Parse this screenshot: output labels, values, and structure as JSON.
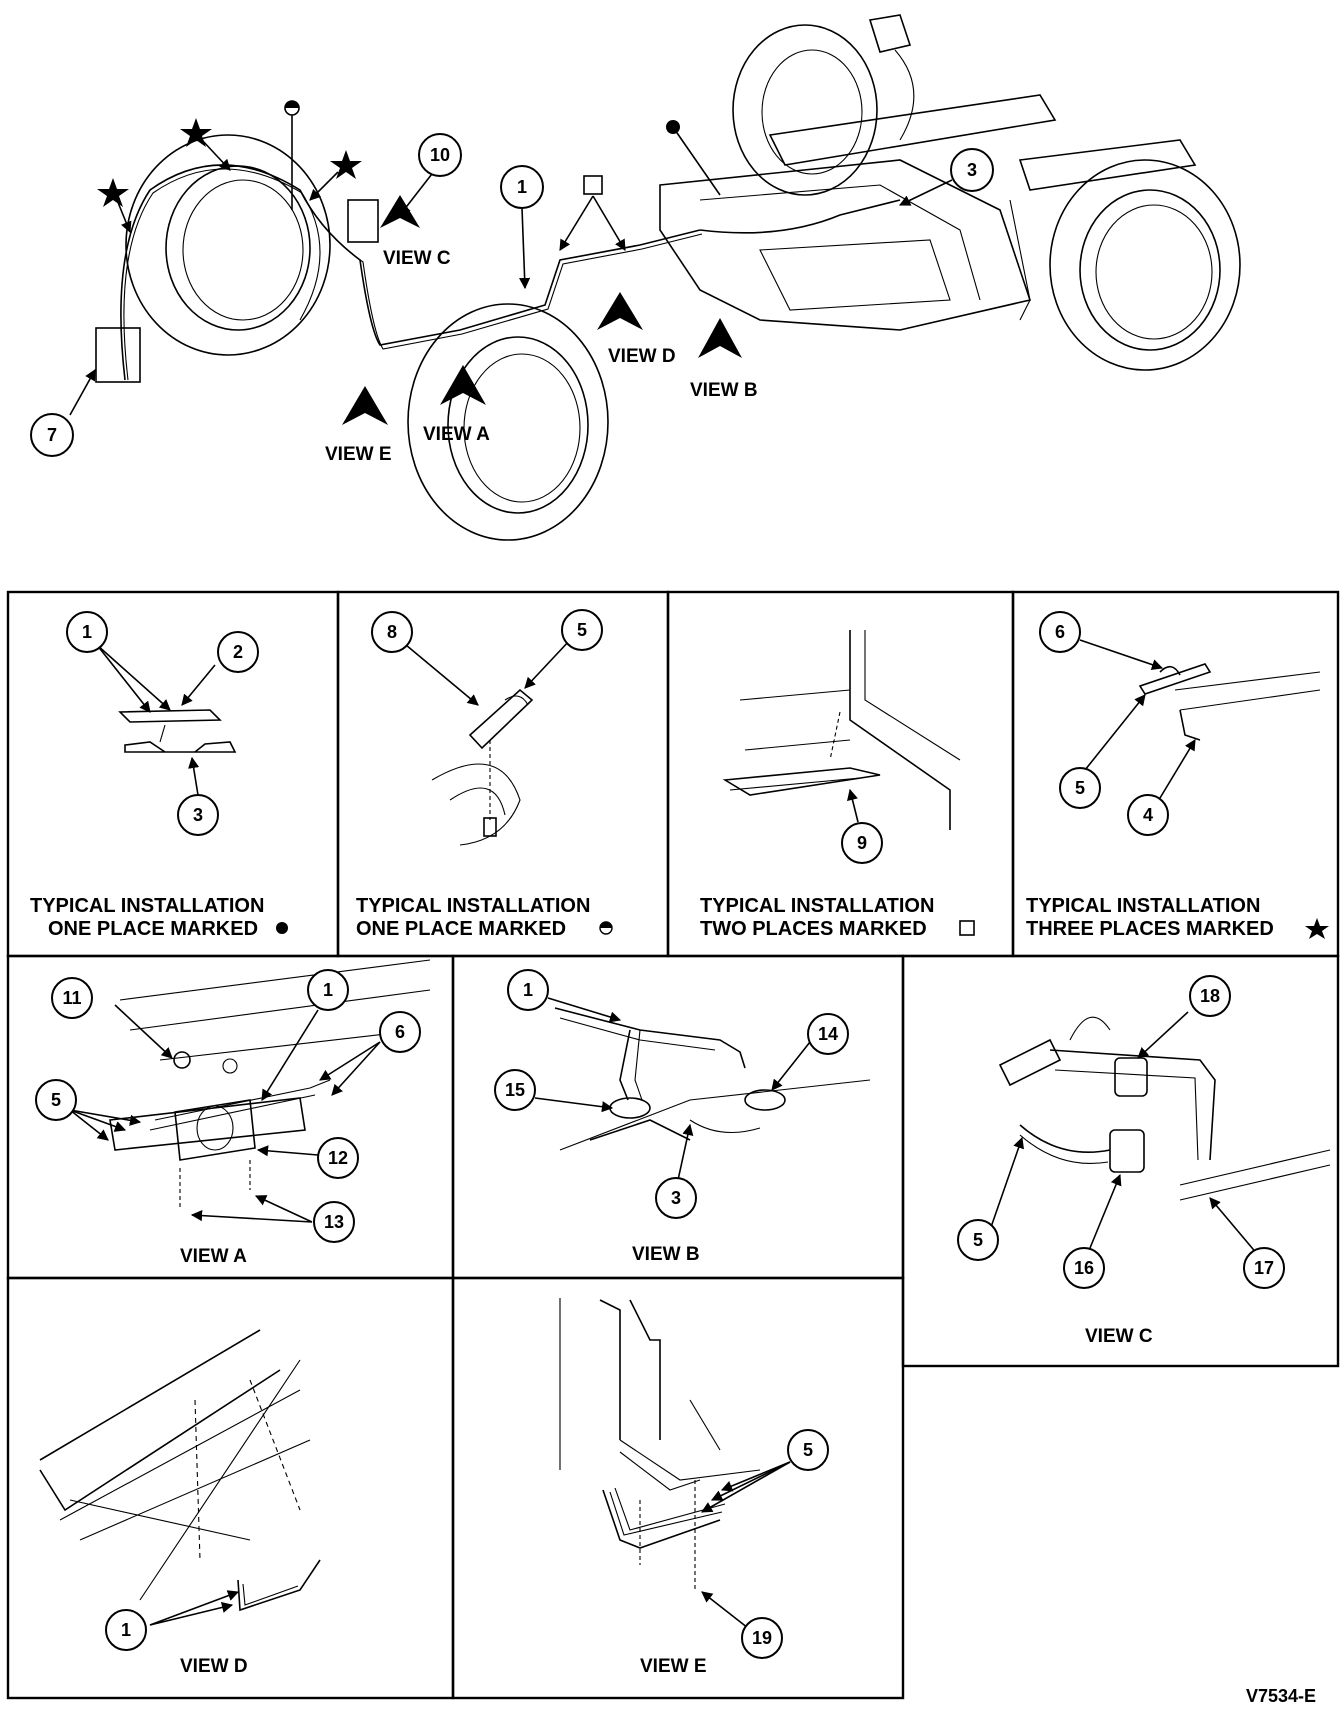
{
  "figure_id": "V7534-E",
  "overview": {
    "callouts": [
      "10",
      "1",
      "3",
      "7"
    ],
    "view_labels": [
      "VIEW C",
      "VIEW D",
      "VIEW B",
      "VIEW E",
      "VIEW A"
    ]
  },
  "legend_panels": [
    {
      "line1": "TYPICAL INSTALLATION",
      "line2": "ONE PLACE MARKED",
      "symbol": "filled-circle-icon",
      "callouts": [
        "1",
        "2",
        "3"
      ]
    },
    {
      "line1": "TYPICAL INSTALLATION",
      "line2": "ONE PLACE MARKED",
      "symbol": "half-circle-icon",
      "callouts": [
        "8",
        "5"
      ]
    },
    {
      "line1": "TYPICAL INSTALLATION",
      "line2": "TWO PLACES MARKED",
      "symbol": "square-icon",
      "callouts": [
        "9"
      ]
    },
    {
      "line1": "TYPICAL INSTALLATION",
      "line2": "THREE PLACES MARKED",
      "symbol": "star-icon",
      "callouts": [
        "6",
        "5",
        "4"
      ]
    }
  ],
  "view_panels": {
    "a": {
      "title": "VIEW A",
      "callouts": [
        "11",
        "1",
        "6",
        "5",
        "12",
        "13"
      ]
    },
    "b": {
      "title": "VIEW B",
      "callouts": [
        "1",
        "14",
        "15",
        "3"
      ]
    },
    "c": {
      "title": "VIEW C",
      "callouts": [
        "18",
        "5",
        "16",
        "17"
      ]
    },
    "d": {
      "title": "VIEW D",
      "callouts": [
        "1"
      ]
    },
    "e": {
      "title": "VIEW E",
      "callouts": [
        "5",
        "19"
      ]
    }
  }
}
